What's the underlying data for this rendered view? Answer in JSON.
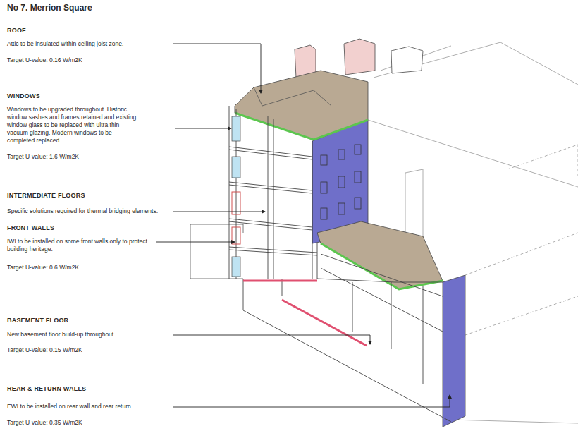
{
  "diagram": {
    "title": "No 7. Merrion Square",
    "labels": [
      "ROOF",
      "Attic to be insulated within ceiling joist zone.",
      "Target U-value: 0.16 W/m2K",
      "WINDOWS",
      "Windows to be upgraded throughout. Historic window sashes and frames retained and existing window glass to be replaced with ultra thin vacuum glazing. Modern windows to be completed replaced.",
      "Target U-value: 1.6 W/m2K",
      "INTERMEDIATE FLOORS",
      "Specific solutions required for thermal bridging elements.",
      "FRONT WALLS",
      "IWI to be installed on some front walls only to protect building heritage.",
      "Target U-value: 0.6 W/m2K",
      "BASEMENT FLOOR",
      "New basement floor build-up throughout.",
      "Target U-value: 0.15 W/m2K",
      "REAR & RETURN WALLS",
      "EWI to be installed on rear wall and rear return.",
      "Target U-value: 0.35 W/m2K"
    ]
  }
}
